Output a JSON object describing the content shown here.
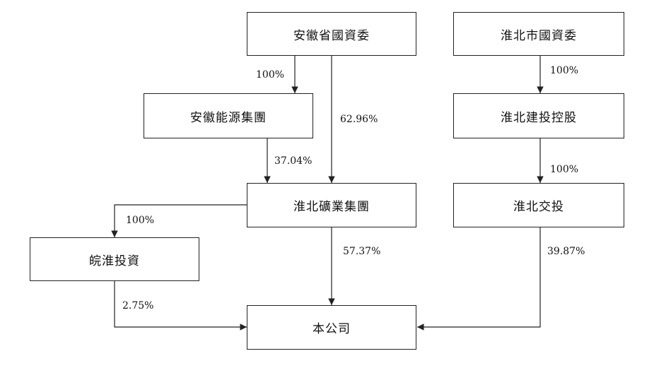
{
  "entities": {
    "anhui_sasac": "安徽省國資委",
    "huaibei_sasac": "淮北市國資委",
    "anhui_energy": "安徽能源集團",
    "huaibei_construction": "淮北建投控股",
    "huaibei_mining": "淮北礦業集團",
    "huaibei_transport": "淮北交投",
    "wanhuai_investment": "皖淮投資",
    "company": "本公司"
  },
  "edges": {
    "anhui_sasac_to_anhui_energy": "100%",
    "anhui_sasac_to_huaibei_mining": "62.96%",
    "anhui_energy_to_huaibei_mining": "37.04%",
    "huaibei_sasac_to_huaibei_construction": "100%",
    "huaibei_construction_to_huaibei_transport": "100%",
    "huaibei_mining_to_wanhuai_investment": "100%",
    "huaibei_mining_to_company": "57.37%",
    "huaibei_transport_to_company": "39.87%",
    "wanhuai_investment_to_company": "2.75%"
  }
}
